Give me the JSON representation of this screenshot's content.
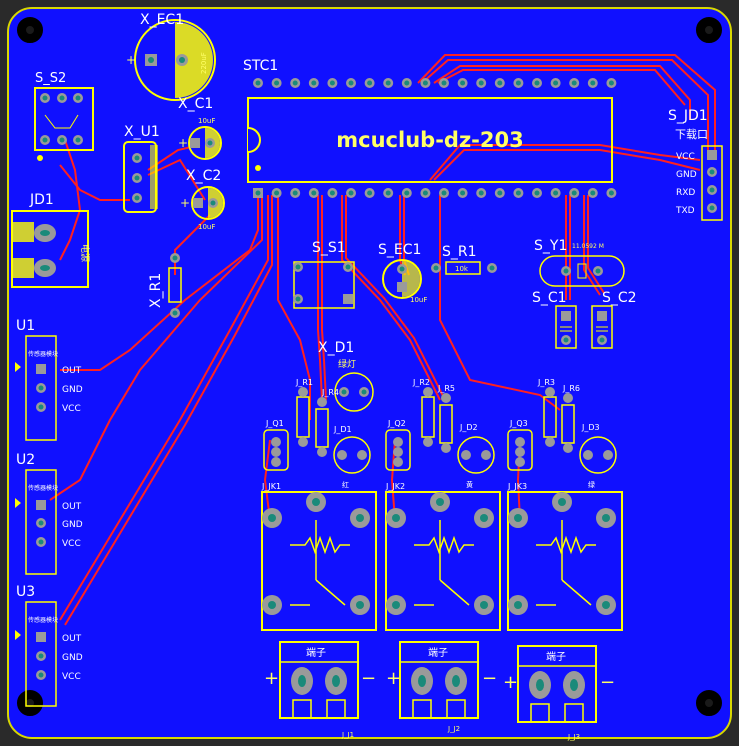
{
  "board": {
    "title": "mcuclub-dz-203",
    "colors": {
      "board": "#1010ff",
      "edge": "#c8c800",
      "silk": "#ffff00",
      "trace": "#ff2020",
      "pad": "#9a9a9a",
      "drill": "#1a8a7a",
      "text": "#ffffff"
    }
  },
  "designators": {
    "x_ec1": "X_EC1",
    "ec1_value": "220uF",
    "s_s2": "S_S2",
    "stc1": "STC1",
    "x_c1": "X_C1",
    "c1_value": "10uF",
    "x_u1": "X_U1",
    "x_c2": "X_C2",
    "c2_value": "10uF",
    "s_jd1": "S_JD1",
    "jd1_note": "下载口",
    "jd1": "JD1",
    "jd1_side": "电源",
    "s_s1": "S_S1",
    "s_ec1": "S_EC1",
    "sec1_value": "10uF",
    "s_r1": "S_R1",
    "sr1_value": "10k",
    "s_y1": "S_Y1",
    "sy1_value": "11.0592 M",
    "x_r1": "X_R1",
    "x_d1": "X_D1",
    "xd1_note": "绿灯",
    "s_c1": "S_C1",
    "s_c2": "S_C2",
    "u1": "U1",
    "u2": "U2",
    "u3": "U3",
    "j_r1": "J_R1",
    "j_r4": "J_R4",
    "j_r2": "J_R2",
    "j_r5": "J_R5",
    "j_r3": "J_R3",
    "j_r6": "J_R6",
    "j_q1": "J_Q1",
    "j_q2": "J_Q2",
    "j_q3": "J_Q3",
    "j_d1": "J_D1",
    "j_d2": "J_D2",
    "j_d3": "J_D3",
    "j_jk1": "J_JK1",
    "j_jk2": "J_JK2",
    "j_jk3": "J_JK3",
    "j_j1": "J_J1",
    "j_j2": "J_J2",
    "j_j3": "J_J3"
  },
  "sensor_module": {
    "title": "传感器模块",
    "pins": [
      "OUT",
      "GND",
      "VCC"
    ]
  },
  "prog_header": {
    "pins": [
      "VCC",
      "GND",
      "RXD",
      "TXD"
    ]
  },
  "terminal": {
    "label": "端子",
    "plus": "+",
    "minus": "−"
  },
  "relay_leds": [
    "红",
    "黄",
    "绿"
  ]
}
